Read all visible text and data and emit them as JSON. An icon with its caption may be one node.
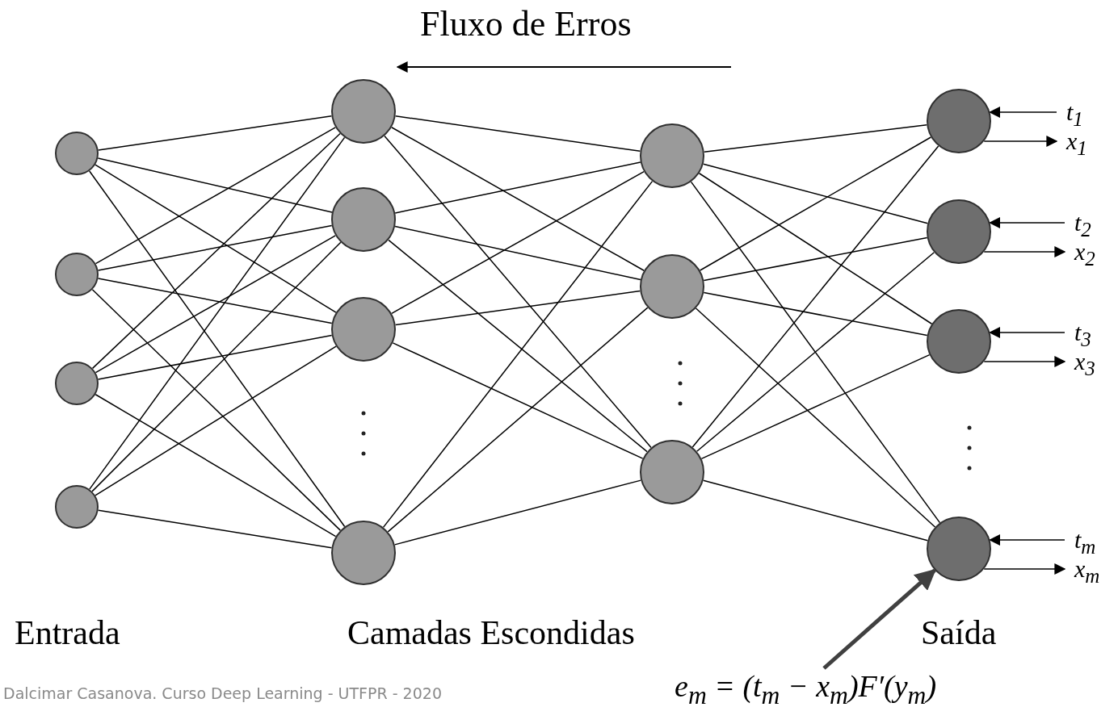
{
  "diagram": {
    "nodes": [
      {
        "text": [],
        "shape": "circle"
      },
      {
        "text": [],
        "shape": "circle"
      },
      {
        "text": [],
        "shape": "circle"
      },
      {
        "text": [],
        "shape": "circle"
      },
      {
        "text": [],
        "shape": "circle"
      },
      {
        "text": [],
        "shape": "circle"
      },
      {
        "text": [],
        "shape": "circle"
      },
      {
        "text": [],
        "shape": "circle"
      },
      {
        "text": [],
        "shape": "circle"
      },
      {
        "text": [],
        "shape": "circle"
      },
      {
        "text": [],
        "shape": "circle"
      },
      {
        "text": [],
        "shape": "circle"
      },
      {
        "text": [],
        "shape": "circle"
      },
      {
        "text": [],
        "shape": "circle"
      },
      {
        "text": [],
        "shape": "circle"
      },
      {
        "text": [
          "t$_{1}$"
        ]
      },
      {
        "text": [
          "x$_{1}$"
        ]
      },
      {
        "text": [
          "t$_{2}$"
        ]
      },
      {
        "text": [
          "x$_{2}$"
        ]
      },
      {
        "text": [
          "t$_{3}$"
        ]
      },
      {
        "text": [
          "x$_{3}$"
        ]
      },
      {
        "text": [
          "t$_{m}$"
        ]
      },
      {
        "text": [
          "x$_{m}$"
        ]
      },
      {
        "text": [
          "e$_{m}$ = (t$_{m}$ − x$_{m}$)F′(y$_{m}$)"
        ]
      }
    ],
    "edges": [
      {
        "from": 0,
        "to": 4,
        "arrow": "none"
      },
      {
        "from": 0,
        "to": 5,
        "arrow": "none"
      },
      {
        "from": 0,
        "to": 6,
        "arrow": "none"
      },
      {
        "from": 0,
        "to": 7,
        "arrow": "none"
      },
      {
        "from": 1,
        "to": 4,
        "arrow": "none"
      },
      {
        "from": 1,
        "to": 5,
        "arrow": "none"
      },
      {
        "from": 1,
        "to": 6,
        "arrow": "none"
      },
      {
        "from": 1,
        "to": 7,
        "arrow": "none"
      },
      {
        "from": 2,
        "to": 4,
        "arrow": "none"
      },
      {
        "from": 2,
        "to": 5,
        "arrow": "none"
      },
      {
        "from": 2,
        "to": 6,
        "arrow": "none"
      },
      {
        "from": 2,
        "to": 7,
        "arrow": "none"
      },
      {
        "from": 3,
        "to": 4,
        "arrow": "none"
      },
      {
        "from": 3,
        "to": 5,
        "arrow": "none"
      },
      {
        "from": 3,
        "to": 6,
        "arrow": "none"
      },
      {
        "from": 3,
        "to": 7,
        "arrow": "none"
      },
      {
        "from": 4,
        "to": 8,
        "arrow": "none"
      },
      {
        "from": 4,
        "to": 9,
        "arrow": "none"
      },
      {
        "from": 4,
        "to": 10,
        "arrow": "none"
      },
      {
        "from": 5,
        "to": 8,
        "arrow": "none"
      },
      {
        "from": 5,
        "to": 9,
        "arrow": "none"
      },
      {
        "from": 5,
        "to": 10,
        "arrow": "none"
      },
      {
        "from": 6,
        "to": 8,
        "arrow": "none"
      },
      {
        "from": 6,
        "to": 9,
        "arrow": "none"
      },
      {
        "from": 6,
        "to": 10,
        "arrow": "none"
      },
      {
        "from": 7,
        "to": 8,
        "arrow": "none"
      },
      {
        "from": 7,
        "to": 9,
        "arrow": "none"
      },
      {
        "from": 7,
        "to": 10,
        "arrow": "none"
      },
      {
        "from": 8,
        "to": 11,
        "arrow": "none"
      },
      {
        "from": 8,
        "to": 12,
        "arrow": "none"
      },
      {
        "from": 8,
        "to": 13,
        "arrow": "none"
      },
      {
        "from": 8,
        "to": 14,
        "arrow": "none"
      },
      {
        "from": 9,
        "to": 11,
        "arrow": "none"
      },
      {
        "from": 9,
        "to": 12,
        "arrow": "none"
      },
      {
        "from": 9,
        "to": 13,
        "arrow": "none"
      },
      {
        "from": 9,
        "to": 14,
        "arrow": "none"
      },
      {
        "from": 10,
        "to": 11,
        "arrow": "none"
      },
      {
        "from": 10,
        "to": 12,
        "arrow": "none"
      },
      {
        "from": 10,
        "to": 13,
        "arrow": "none"
      },
      {
        "from": 10,
        "to": 14,
        "arrow": "none"
      },
      {
        "from": 15,
        "to": 11,
        "arrow": "to"
      },
      {
        "from": 11,
        "to": 16,
        "arrow": "to"
      },
      {
        "from": 17,
        "to": 12,
        "arrow": "to"
      },
      {
        "from": 12,
        "to": 18,
        "arrow": "to"
      },
      {
        "from": 19,
        "to": 13,
        "arrow": "to"
      },
      {
        "from": 13,
        "to": 20,
        "arrow": "to"
      },
      {
        "from": 21,
        "to": 14,
        "arrow": "to"
      },
      {
        "from": 14,
        "to": 22,
        "arrow": "to"
      },
      {
        "from": 23,
        "to": 14,
        "arrow": "to",
        "style": "thick",
        "color": "#404040"
      }
    ],
    "labels": [
      "Fluxo de Erros",
      "Entrada",
      "Camadas Escondidas",
      "Saída",
      "Dalcimar Casanova. Curso Deep Learning - UTFPR - 2020"
    ]
  }
}
